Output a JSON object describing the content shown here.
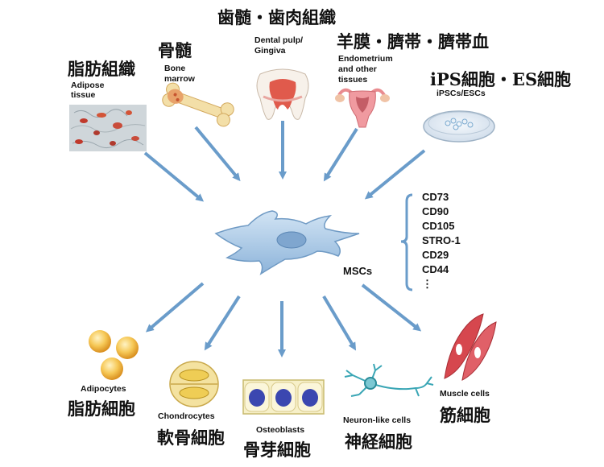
{
  "colors": {
    "arrow": "#6a9cca",
    "msc_body": "#b9d4ec",
    "msc_nucleus": "#7fa6cf",
    "fat": "#f2c25a",
    "osteo_nucleus": "#3b47b0",
    "muscle": "#d6474e",
    "neuron": "#3aa6b5"
  },
  "sources": {
    "adipose": {
      "jp": "脂肪組織",
      "en": "Adipose tissue",
      "icon": "adipose-tissue-image"
    },
    "bone_marrow": {
      "jp": "骨髄",
      "en_line1": "Bone",
      "en_line2": "marrow",
      "icon": "bone-icon"
    },
    "dental": {
      "jp": "歯髄・歯肉組織",
      "en_line1": "Dental pulp/",
      "en_line2": "Gingiva",
      "icon": "tooth-icon"
    },
    "perinatal": {
      "jp": "羊膜・臍帯・臍帯血",
      "en_line1": "Endometrium",
      "en_line2": "and other",
      "en_line3": "tissues",
      "icon": "uterus-icon"
    },
    "stem": {
      "jp": "iPS細胞・ES細胞",
      "en": "iPSCs/ESCs",
      "icon": "petri-dish-icon"
    }
  },
  "center": {
    "label": "MSCs",
    "icon": "msc-cell-icon"
  },
  "markers": [
    "CD73",
    "CD90",
    "CD105",
    "STRO-1",
    "CD29",
    "CD44",
    "⋮"
  ],
  "targets": {
    "adipocytes": {
      "en": "Adipocytes",
      "jp": "脂肪細胞"
    },
    "chondrocytes": {
      "en": "Chondrocytes",
      "jp": "軟骨細胞"
    },
    "osteoblasts": {
      "en": "Osteoblasts",
      "jp": "骨芽細胞"
    },
    "neurons": {
      "en": "Neuron-like cells",
      "jp": "神経細胞"
    },
    "muscle": {
      "en": "Muscle cells",
      "jp": "筋細胞"
    }
  }
}
